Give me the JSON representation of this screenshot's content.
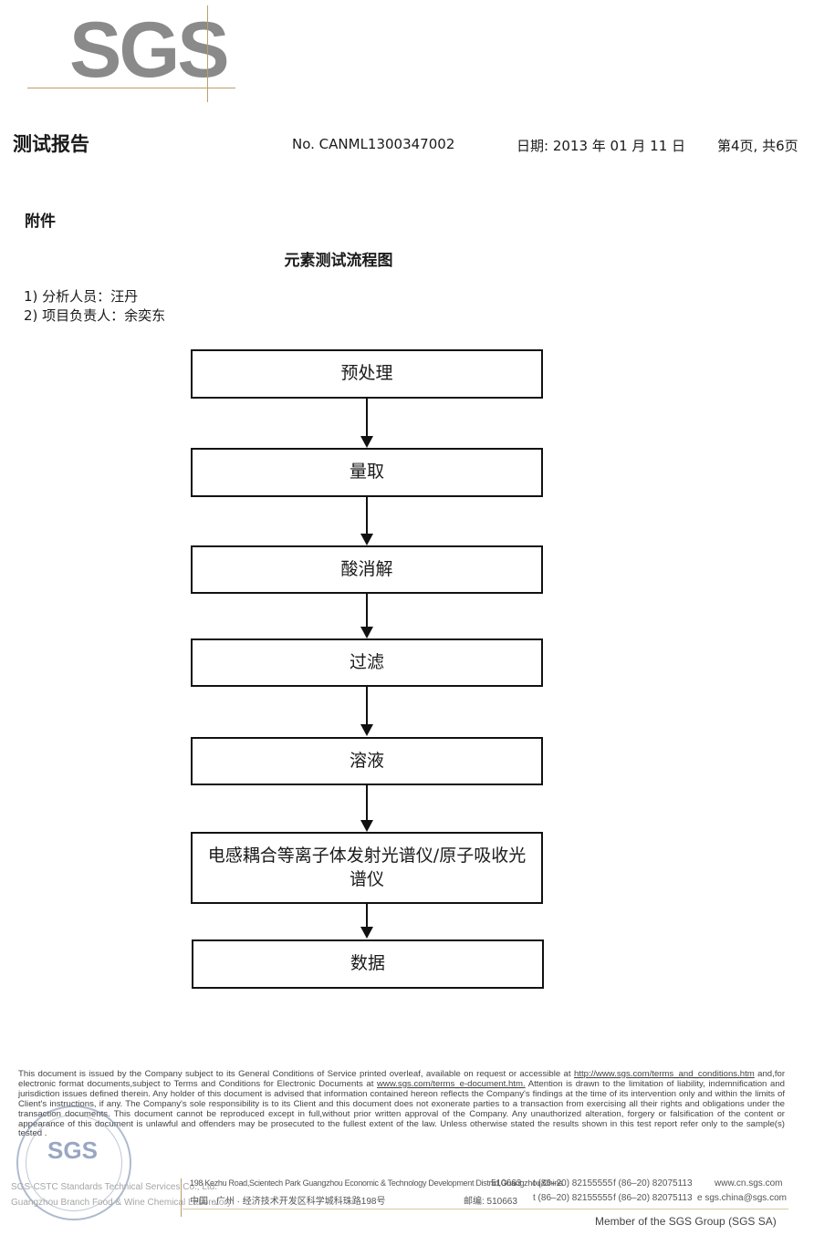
{
  "logo": {
    "text": "SGS"
  },
  "header": {
    "title": "测试报告",
    "report_no": "No. CANML1300347002",
    "date": "日期: 2013 年 01 月 11 日",
    "page": "第4页, 共6页"
  },
  "appendix_label": "附件",
  "flowchart": {
    "title": "元素测试流程图",
    "people": [
      "1) 分析人员：汪丹",
      "2) 项目负责人：余奕东"
    ],
    "steps": [
      "预处理",
      "量取",
      "酸消解",
      "过滤",
      "溶液",
      "电感耦合等离子体发射光谱仪/原子吸收光谱仪",
      "数据"
    ]
  },
  "footer": {
    "disclaimer_part1": "This document is issued by the Company subject to its General Conditions of Service printed overleaf, available on request or accessible at",
    "disclaimer_link1": "http://www.sgs.com/terms_and_conditions.htm",
    "disclaimer_part2": "and,for electronic format documents,subject to Terms and Conditions for Electronic Documents at",
    "disclaimer_link2": "www.sgs.com/terms_e-document.htm.",
    "disclaimer_part3": "Attention is drawn to the limitation of liability, indemnification and jurisdiction issues defined therein. Any holder of this document is advised that information contained hereon reflects the Company's findings at the time of its intervention only and within the limits of Client's instructions, if any. The Company's sole responsibility is to its Client and this document does not exonerate parties to a transaction from exercising all their rights and obligations under the transaction documents. This document cannot be reproduced except in full,without prior written approval of the Company. Any unauthorized alteration, forgery or falsification of the content or appearance of this document is unlawful and offenders may be prosecuted to the fullest extent of the law. Unless otherwise stated the results shown in this test report refer only to the sample(s) tested .",
    "company_en_line1": "SGS-CSTC Standards Technical Services Co., Ltd.",
    "company_en_line2": "Guangzhou Branch  Food & Wine Chemical Laboratory",
    "stamp_text": "SGS",
    "address_en": "198 Kezhu Road,Scientech Park Guangzhou Economic & Technology Development District,Guangzhou,China",
    "postcode_en": "510663",
    "phone_en": "t (86–20) 82155555",
    "fax_en": "f (86–20) 82075113",
    "web": "www.cn.sgs.com",
    "address_cn": "中国 · 广州 · 经济技术开发区科学城科珠路198号",
    "postcode_cn": "邮编: 510663",
    "phone_cn": "t (86–20) 82155555",
    "fax_cn": "f (86–20) 82075113",
    "email": "e  sgs.china@sgs.com",
    "member": "Member of the SGS Group (SGS SA)"
  }
}
